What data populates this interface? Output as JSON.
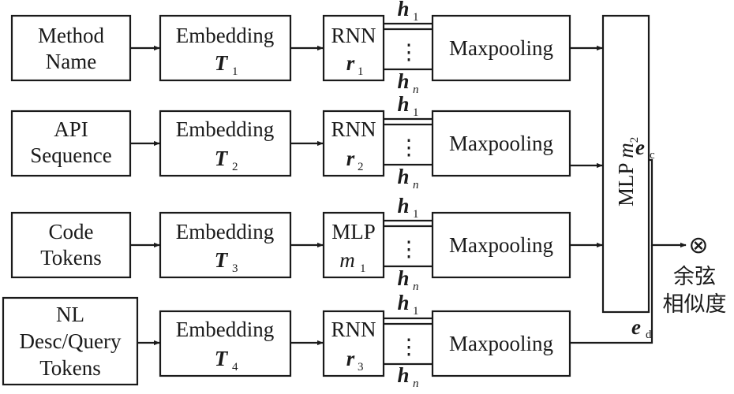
{
  "inputs": [
    {
      "line1": "Method",
      "line2": "Name",
      "line3": ""
    },
    {
      "line1": "API",
      "line2": "Sequence",
      "line3": ""
    },
    {
      "line1": "Code",
      "line2": "Tokens",
      "line3": ""
    },
    {
      "line1": "NL",
      "line2": "Desc/Query",
      "line3": "Tokens"
    }
  ],
  "embeddings": [
    {
      "label": "Embedding",
      "sym": "T",
      "sub": "1"
    },
    {
      "label": "Embedding",
      "sym": "T",
      "sub": "2"
    },
    {
      "label": "Embedding",
      "sym": "T",
      "sub": "3"
    },
    {
      "label": "Embedding",
      "sym": "T",
      "sub": "4"
    }
  ],
  "encoders": [
    {
      "label": "RNN",
      "sym": "r",
      "sub": "1"
    },
    {
      "label": "RNN",
      "sym": "r",
      "sub": "2"
    },
    {
      "label": "MLP",
      "sym": "m",
      "sub": "1"
    },
    {
      "label": "RNN",
      "sym": "r",
      "sub": "3"
    }
  ],
  "hidden": {
    "top_sym": "h",
    "top_sub": "1",
    "bottom_sym": "h",
    "bottom_sub": "n",
    "dots": "⋮"
  },
  "pooling_label": "Maxpooling",
  "mlp": {
    "label": "MLP ",
    "sym": "m",
    "sub": "2"
  },
  "ec": {
    "sym": "e",
    "sub": "c"
  },
  "ed": {
    "sym": "e",
    "sub": "d"
  },
  "cosine": {
    "line1": "余弦",
    "line2": "相似度",
    "symbol": "⊗"
  }
}
